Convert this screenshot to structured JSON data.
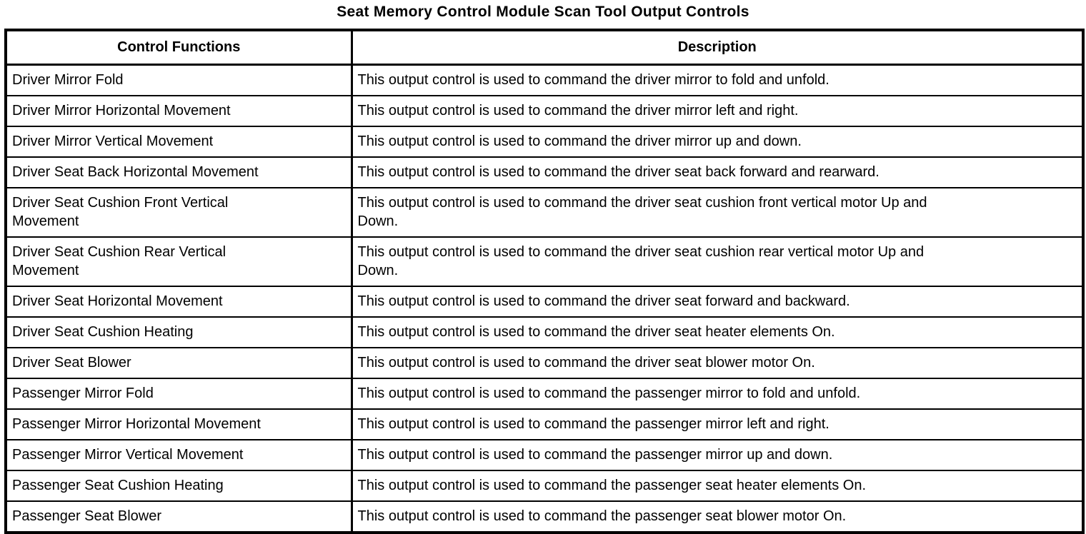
{
  "title": "Seat Memory Control Module Scan Tool Output Controls",
  "table": {
    "headers": [
      "Control Functions",
      "Description"
    ],
    "rows": [
      {
        "control": "Driver Mirror Fold",
        "description": "This output control is used to command the driver mirror to fold and unfold."
      },
      {
        "control": "Driver Mirror Horizontal Movement",
        "description": "This output control is used to command the driver mirror left and right."
      },
      {
        "control": "Driver Mirror Vertical Movement",
        "description": "This output control is used to command the driver mirror up and down."
      },
      {
        "control": "Driver Seat Back Horizontal Movement",
        "description": "This output control is used to command the driver seat back forward and rearward."
      },
      {
        "control": "Driver Seat Cushion Front Vertical\nMovement",
        "description": "This output control is used to command the driver seat cushion front vertical motor Up and\nDown."
      },
      {
        "control": "Driver Seat Cushion Rear Vertical\nMovement",
        "description": "This output control is used to command the driver seat cushion rear vertical motor Up and\nDown."
      },
      {
        "control": "Driver Seat Horizontal Movement",
        "description": "This output control is used to command the driver seat forward and backward."
      },
      {
        "control": "Driver Seat Cushion Heating",
        "description": "This output control is used to command the driver seat heater elements On."
      },
      {
        "control": "Driver Seat Blower",
        "description": "This output control is used to command the driver seat blower motor On."
      },
      {
        "control": "Passenger Mirror Fold",
        "description": "This output control is used to command the passenger mirror to fold and unfold."
      },
      {
        "control": "Passenger Mirror Horizontal Movement",
        "description": "This output control is used to command the passenger mirror left and right."
      },
      {
        "control": "Passenger Mirror Vertical Movement",
        "description": "This output control is used to command the passenger mirror up and down."
      },
      {
        "control": "Passenger Seat Cushion Heating",
        "description": "This output control is used to command the passenger seat heater elements On."
      },
      {
        "control": "Passenger Seat Blower",
        "description": "This output control is used to command the passenger seat blower motor On."
      }
    ]
  },
  "colors": {
    "text": "#000000",
    "background": "#ffffff",
    "border": "#000000"
  }
}
